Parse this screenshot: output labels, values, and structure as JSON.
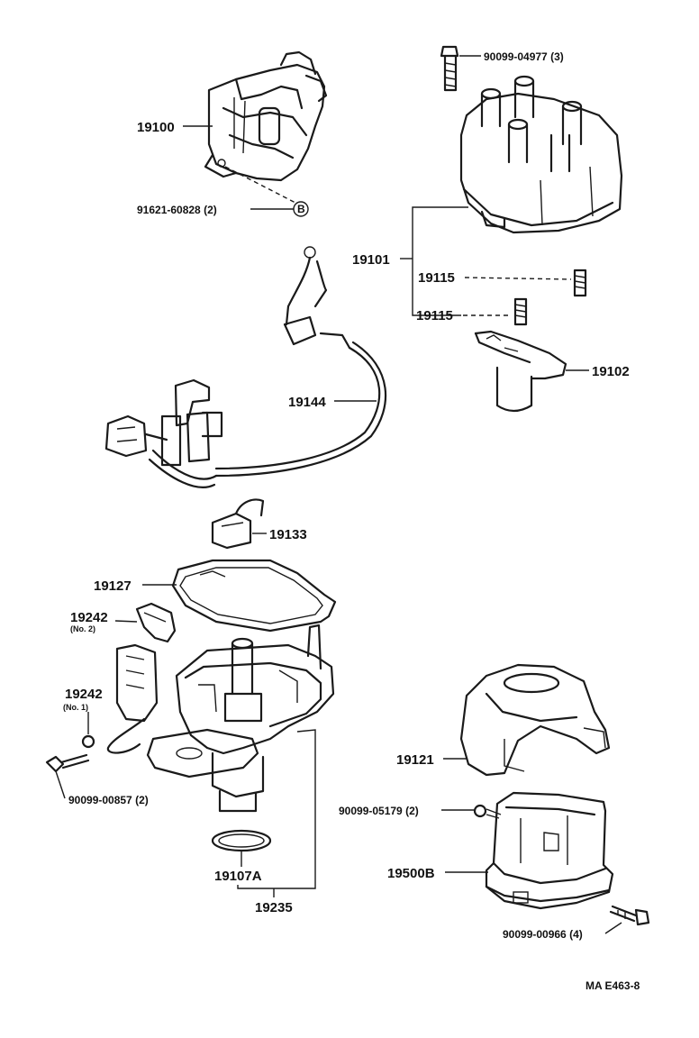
{
  "labels": {
    "p19100": "19100",
    "p91621": "91621-60828 (2)",
    "b_mark": "B",
    "p90099_04977": "90099-04977 (3)",
    "p19101": "19101",
    "p19115a": "19115",
    "p19115b": "19115",
    "p19102": "19102",
    "p19144": "19144",
    "p19133": "19133",
    "p19127": "19127",
    "p19242_no2": "19242",
    "no2": "(No. 2)",
    "p19242_no1": "19242",
    "no1": "(No. 1)",
    "p90099_00857": "90099-00857 (2)",
    "p19121": "19121",
    "p90099_05179": "90099-05179 (2)",
    "p19500B": "19500B",
    "p90099_00966": "90099-00966 (4)",
    "p19107A": "19107A",
    "p19235": "19235",
    "ref_code": "MA E463-8"
  }
}
